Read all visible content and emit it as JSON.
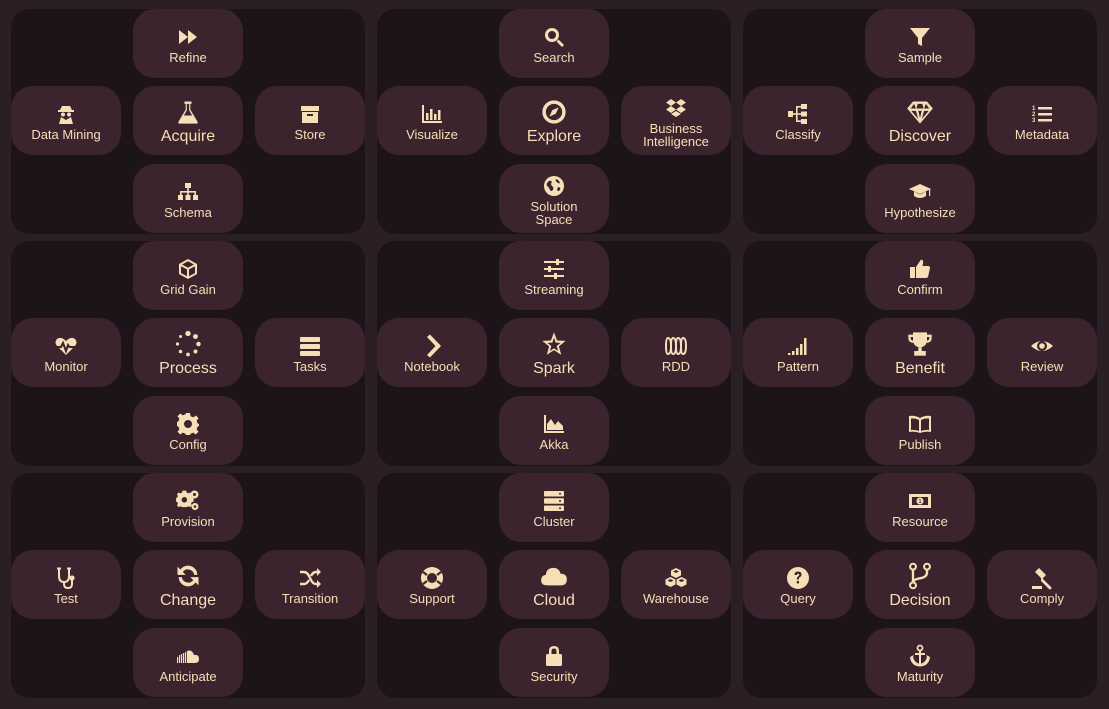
{
  "theme": {
    "background": "#2c1e25",
    "panel": "#1d141a",
    "tile": "#3c242f",
    "text": "#f6dfb6"
  },
  "panels": [
    {
      "top": {
        "label": "Refine",
        "icon": "fast-forward-icon"
      },
      "left": {
        "label": "Data Mining",
        "icon": "spy-icon"
      },
      "center": {
        "label": "Acquire",
        "icon": "flask-icon"
      },
      "right": {
        "label": "Store",
        "icon": "archive-box-icon"
      },
      "bottom": {
        "label": "Schema",
        "icon": "sitemap-icon"
      }
    },
    {
      "top": {
        "label": "Search",
        "icon": "search-icon"
      },
      "left": {
        "label": "Visualize",
        "icon": "bar-chart-icon"
      },
      "center": {
        "label": "Explore",
        "icon": "compass-icon"
      },
      "right": {
        "label": "Business\nIntelligence",
        "icon": "dropbox-icon"
      },
      "bottom": {
        "label": "Solution\nSpace",
        "icon": "globe-icon"
      }
    },
    {
      "top": {
        "label": "Sample",
        "icon": "filter-icon"
      },
      "left": {
        "label": "Classify",
        "icon": "tree-icon"
      },
      "center": {
        "label": "Discover",
        "icon": "diamond-icon"
      },
      "right": {
        "label": "Metadata",
        "icon": "ordered-list-icon"
      },
      "bottom": {
        "label": "Hypothesize",
        "icon": "graduation-cap-icon"
      }
    },
    {
      "top": {
        "label": "Grid Gain",
        "icon": "cube-icon"
      },
      "left": {
        "label": "Monitor",
        "icon": "heartbeat-icon"
      },
      "center": {
        "label": "Process",
        "icon": "spinner-icon"
      },
      "right": {
        "label": "Tasks",
        "icon": "server-icon"
      },
      "bottom": {
        "label": "Config",
        "icon": "gear-icon"
      }
    },
    {
      "top": {
        "label": "Streaming",
        "icon": "sliders-icon"
      },
      "left": {
        "label": "Notebook",
        "icon": "chevron-right-icon"
      },
      "center": {
        "label": "Spark",
        "icon": "star-icon"
      },
      "right": {
        "label": "RDD",
        "icon": "coins-icon"
      },
      "bottom": {
        "label": "Akka",
        "icon": "area-chart-icon"
      }
    },
    {
      "top": {
        "label": "Confirm",
        "icon": "thumbs-up-icon"
      },
      "left": {
        "label": "Pattern",
        "icon": "signal-icon"
      },
      "center": {
        "label": "Benefit",
        "icon": "trophy-icon"
      },
      "right": {
        "label": "Review",
        "icon": "eye-icon"
      },
      "bottom": {
        "label": "Publish",
        "icon": "book-icon"
      }
    },
    {
      "top": {
        "label": "Provision",
        "icon": "gears-icon"
      },
      "left": {
        "label": "Test",
        "icon": "stethoscope-icon"
      },
      "center": {
        "label": "Change",
        "icon": "refresh-icon"
      },
      "right": {
        "label": "Transition",
        "icon": "shuffle-icon"
      },
      "bottom": {
        "label": "Anticipate",
        "icon": "soundcloud-icon"
      }
    },
    {
      "top": {
        "label": "Cluster",
        "icon": "server-stack-icon"
      },
      "left": {
        "label": "Support",
        "icon": "life-ring-icon"
      },
      "center": {
        "label": "Cloud",
        "icon": "cloud-icon"
      },
      "right": {
        "label": "Warehouse",
        "icon": "cubes-icon"
      },
      "bottom": {
        "label": "Security",
        "icon": "lock-icon"
      }
    },
    {
      "top": {
        "label": "Resource",
        "icon": "money-icon"
      },
      "left": {
        "label": "Query",
        "icon": "question-circle-icon"
      },
      "center": {
        "label": "Decision",
        "icon": "code-fork-icon"
      },
      "right": {
        "label": "Comply",
        "icon": "gavel-icon"
      },
      "bottom": {
        "label": "Maturity",
        "icon": "anchor-icon"
      }
    }
  ]
}
